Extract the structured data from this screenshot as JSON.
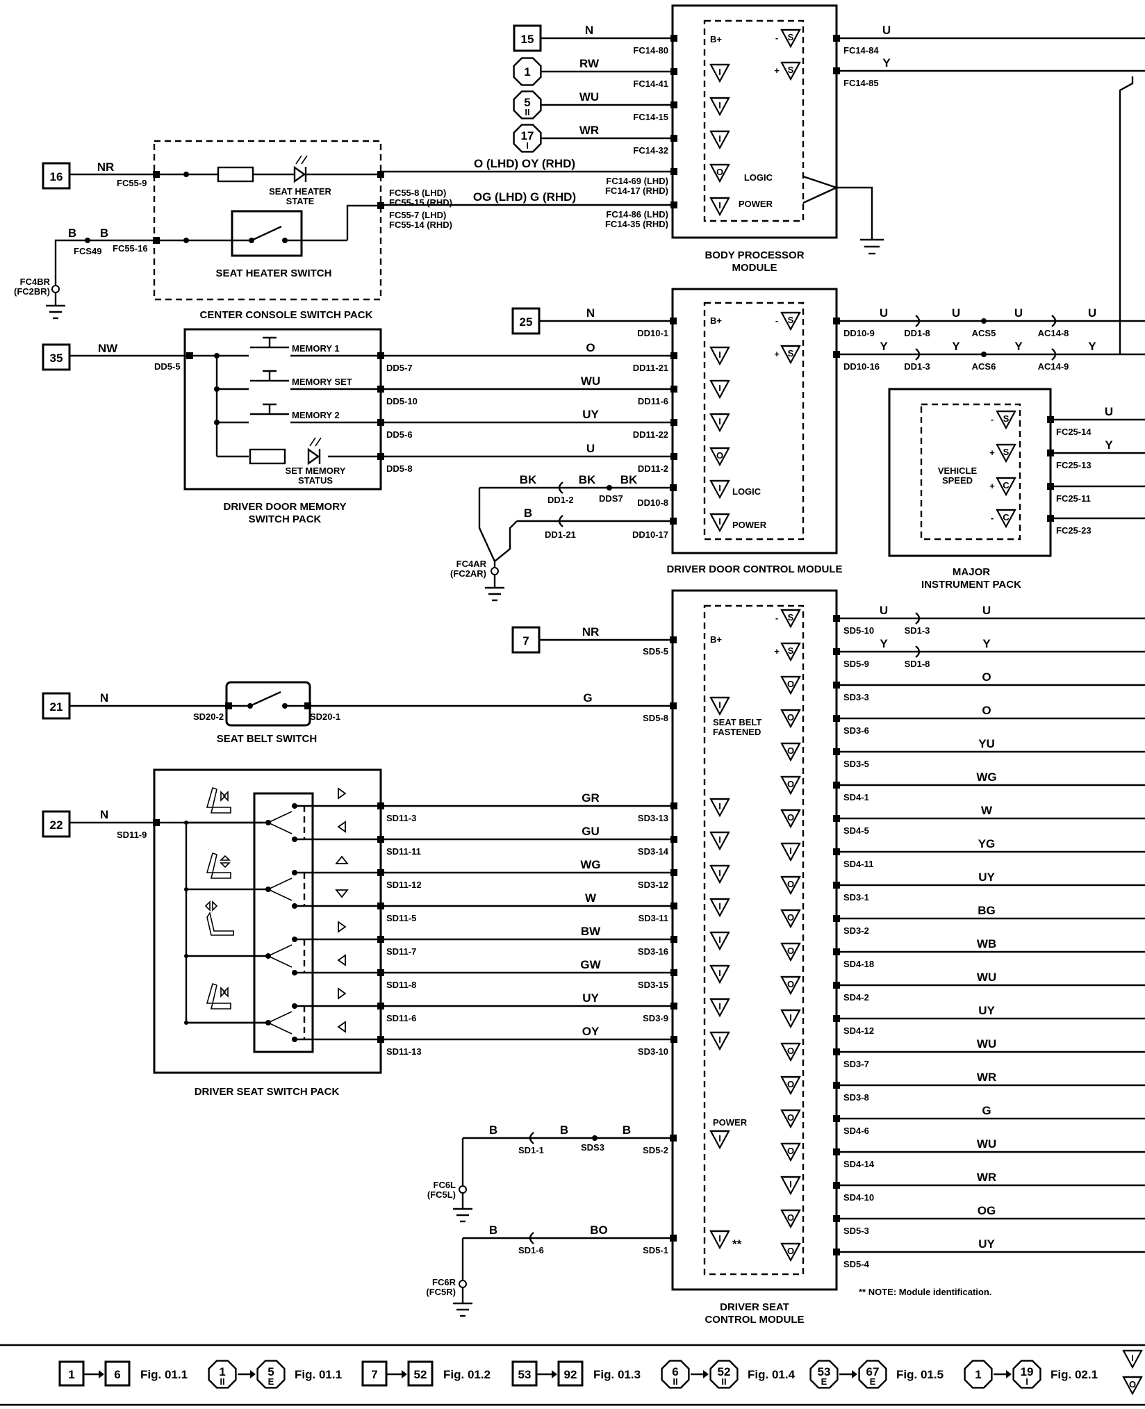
{
  "body_processor": {
    "title1": "BODY PROCESSOR",
    "title2": "MODULE",
    "bplus": "B+",
    "logic": "LOGIC",
    "power": "POWER",
    "left": [
      {
        "ref": "15",
        "shape": "box",
        "wire": "N",
        "conn": "FC14-80",
        "sym": "B+"
      },
      {
        "ref": "1",
        "shape": "oct",
        "wire": "RW",
        "conn": "FC14-41",
        "sym": "I"
      },
      {
        "ref": "5",
        "sub": "II",
        "shape": "oct",
        "wire": "WU",
        "conn": "FC14-15",
        "sym": "I"
      },
      {
        "ref": "17",
        "sub": "I",
        "shape": "oct",
        "wire": "WR",
        "conn": "FC14-32",
        "sym": "I"
      },
      {
        "wire": "O (LHD)  OY (RHD)",
        "conn": "FC14-69 (LHD)",
        "conn2": "FC14-17 (RHD)",
        "sym": "O"
      },
      {
        "wire": "OG (LHD)  G (RHD)",
        "conn": "FC14-86 (LHD)",
        "conn2": "FC14-35 (RHD)",
        "sym": "I"
      }
    ],
    "right": [
      {
        "wire": "U",
        "conn": "FC14-84",
        "sym": "S",
        "sign": "-"
      },
      {
        "wire": "Y",
        "conn": "FC14-85",
        "sym": "S",
        "sign": "+"
      }
    ]
  },
  "center_console": {
    "title": "CENTER CONSOLE SWITCH PACK",
    "ref": "16",
    "wire_in": "NR",
    "conn_in": "FC55-9",
    "heater_state1": "SEAT HEATER",
    "heater_state2": "STATE",
    "switch_label": "SEAT HEATER SWITCH",
    "out1_a": "FC55-8 (LHD)",
    "out1_b": "FC55-15 (RHD)",
    "out2_a": "FC55-7 (LHD)",
    "out2_b": "FC55-14 (RHD)",
    "gnd_wire1": "B",
    "gnd_wire2": "B",
    "splice": "FCS49",
    "gnd_conn": "FC55-16",
    "ground1": "FC4BR",
    "ground2": "(FC2BR)"
  },
  "door_memory": {
    "title1": "DRIVER DOOR MEMORY",
    "title2": "SWITCH PACK",
    "ref": "35",
    "wire_in": "NW",
    "conn_in": "DD5-5",
    "buttons": [
      "MEMORY 1",
      "MEMORY SET",
      "MEMORY 2"
    ],
    "status1": "SET MEMORY",
    "status2": "STATUS",
    "outputs": [
      {
        "conn": "DD5-7",
        "wire": "O",
        "mod": "DD11-21"
      },
      {
        "conn": "DD5-10",
        "wire": "WU",
        "mod": "DD11-6"
      },
      {
        "conn": "DD5-6",
        "wire": "UY",
        "mod": "DD11-22"
      },
      {
        "conn": "DD5-8",
        "wire": "U",
        "mod": "DD11-2"
      }
    ]
  },
  "door_module": {
    "title": "DRIVER DOOR CONTROL MODULE",
    "ref": "25",
    "wire_bplus": "N",
    "conn_bplus": "DD10-1",
    "bplus": "B+",
    "logic": "LOGIC",
    "power": "POWER",
    "logic_wires": [
      "BK",
      "BK",
      "BK"
    ],
    "logic_conns": [
      "DD1-2",
      "DDS7",
      "DD10-8"
    ],
    "power_wire": "B",
    "power_conns": [
      "DD1-21",
      "DD10-17"
    ],
    "ground1": "FC4AR",
    "ground2": "(FC2AR)",
    "bus_u": {
      "conn": "DD10-9",
      "wires": [
        "U",
        "U",
        "U",
        "U"
      ],
      "conns": [
        "DD1-8",
        "ACS5",
        "AC14-8"
      ]
    },
    "bus_y": {
      "conn": "DD10-16",
      "wires": [
        "Y",
        "Y",
        "Y",
        "Y"
      ],
      "conns": [
        "DD1-3",
        "ACS6",
        "AC14-9"
      ]
    }
  },
  "instrument_pack": {
    "title1": "MAJOR",
    "title2": "INSTRUMENT PACK",
    "inner1": "VEHICLE",
    "inner2": "SPEED",
    "pins": [
      {
        "sign": "-",
        "sym": "S",
        "conn": "FC25-14",
        "wire": "U"
      },
      {
        "sign": "+",
        "sym": "S",
        "conn": "FC25-13",
        "wire": "Y"
      },
      {
        "sign": "+",
        "sym": "C",
        "conn": "FC25-11",
        "wire": ""
      },
      {
        "sign": "-",
        "sym": "C",
        "conn": "FC25-23",
        "wire": ""
      }
    ]
  },
  "seat_module": {
    "title1": "DRIVER SEAT",
    "title2": "CONTROL MODULE",
    "ref": "7",
    "wire_bplus": "NR",
    "conn_bplus": "SD5-5",
    "bplus": "B+",
    "belt_wire": "G",
    "belt_conn": "SD5-8",
    "belt_label1": "SEAT BELT",
    "belt_label2": "FASTENED",
    "power_label": "POWER",
    "power_wires": [
      "B",
      "B",
      "B"
    ],
    "power_conns": [
      "SD1-1",
      "SDS3",
      "SD5-2"
    ],
    "ground_a1": "FC6L",
    "ground_a2": "(FC5L)",
    "id_wires": [
      "B",
      "BO"
    ],
    "id_conns": [
      "SD1-6",
      "SD5-1"
    ],
    "ground_b1": "FC6R",
    "ground_b2": "(FC5R)",
    "note_mark": "**",
    "note": "**  NOTE:  Module identification.",
    "right": [
      {
        "conn": "SD5-10",
        "wire": "U",
        "sym": "S",
        "sign": "-",
        "mid_conn": "SD1-3",
        "mid_wire": "U"
      },
      {
        "conn": "SD5-9",
        "wire": "Y",
        "sym": "S",
        "sign": "+",
        "mid_conn": "SD1-8",
        "mid_wire": "Y"
      },
      {
        "conn": "SD3-3",
        "wire": "O",
        "sym": "O"
      },
      {
        "conn": "SD3-6",
        "wire": "O",
        "sym": "O"
      },
      {
        "conn": "SD3-5",
        "wire": "YU",
        "sym": "O"
      },
      {
        "conn": "SD4-1",
        "wire": "WG",
        "sym": "O"
      },
      {
        "conn": "SD4-5",
        "wire": "W",
        "sym": "O"
      },
      {
        "conn": "SD4-11",
        "wire": "YG",
        "sym": "I"
      },
      {
        "conn": "SD3-1",
        "wire": "UY",
        "sym": "O"
      },
      {
        "conn": "SD3-2",
        "wire": "BG",
        "sym": "O"
      },
      {
        "conn": "SD4-18",
        "wire": "WB",
        "sym": "O"
      },
      {
        "conn": "SD4-2",
        "wire": "WU",
        "sym": "O"
      },
      {
        "conn": "SD4-12",
        "wire": "UY",
        "sym": "I"
      },
      {
        "conn": "SD3-7",
        "wire": "WU",
        "sym": "O"
      },
      {
        "conn": "SD3-8",
        "wire": "WR",
        "sym": "O"
      },
      {
        "conn": "SD4-6",
        "wire": "G",
        "sym": "O"
      },
      {
        "conn": "SD4-14",
        "wire": "WU",
        "sym": "O"
      },
      {
        "conn": "SD4-10",
        "wire": "WR",
        "sym": "I"
      },
      {
        "conn": "SD5-3",
        "wire": "OG",
        "sym": "O"
      },
      {
        "conn": "SD5-4",
        "wire": "UY",
        "sym": "O"
      }
    ]
  },
  "belt_switch": {
    "title": "SEAT BELT SWITCH",
    "ref": "21",
    "wire": "N",
    "conn_a": "SD20-2",
    "conn_b": "SD20-1"
  },
  "seat_switch": {
    "title": "DRIVER SEAT SWITCH PACK",
    "ref": "22",
    "wire": "N",
    "conn_in": "SD11-9",
    "rows": [
      {
        "conn": "SD11-3",
        "wire": "GR",
        "mod": "SD3-13"
      },
      {
        "conn": "SD11-11",
        "wire": "GU",
        "mod": "SD3-14"
      },
      {
        "conn": "SD11-12",
        "wire": "WG",
        "mod": "SD3-12"
      },
      {
        "conn": "SD11-5",
        "wire": "W",
        "mod": "SD3-11"
      },
      {
        "conn": "SD11-7",
        "wire": "BW",
        "mod": "SD3-16"
      },
      {
        "conn": "SD11-8",
        "wire": "GW",
        "mod": "SD3-15"
      },
      {
        "conn": "SD11-6",
        "wire": "UY",
        "mod": "SD3-9"
      },
      {
        "conn": "SD11-13",
        "wire": "OY",
        "mod": "SD3-10"
      }
    ]
  },
  "legend": [
    {
      "a": "1",
      "b": "6",
      "fig": "Fig. 01.1",
      "shape": "box"
    },
    {
      "a": "1",
      "as": "II",
      "b": "5",
      "bs": "E",
      "fig": "Fig. 01.1",
      "shape": "oct"
    },
    {
      "a": "7",
      "b": "52",
      "fig": "Fig. 01.2",
      "shape": "box"
    },
    {
      "a": "53",
      "b": "92",
      "fig": "Fig. 01.3",
      "shape": "box"
    },
    {
      "a": "6",
      "as": "II",
      "b": "52",
      "bs": "II",
      "fig": "Fig. 01.4",
      "shape": "oct"
    },
    {
      "a": "53",
      "as": "E",
      "b": "67",
      "bs": "E",
      "fig": "Fig. 01.5",
      "shape": "oct"
    },
    {
      "a": "1",
      "b": "19",
      "bs": "I",
      "fig": "Fig. 02.1",
      "shape": "oct"
    }
  ],
  "legend_syms": [
    "I",
    "O"
  ]
}
